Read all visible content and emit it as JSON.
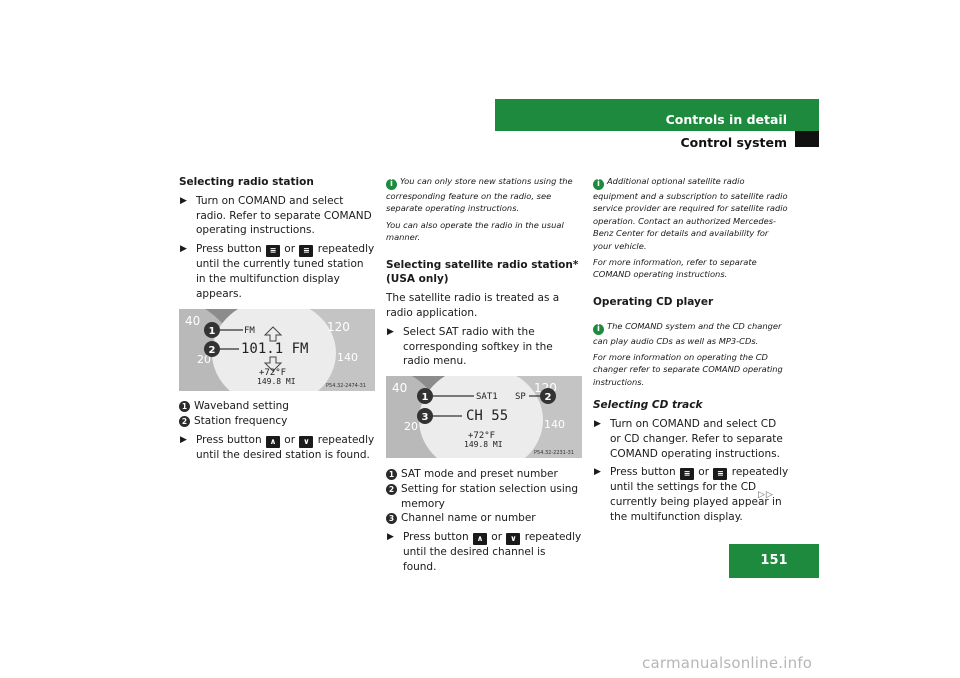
{
  "header": {
    "title": "Controls in detail",
    "subtitle": "Control system"
  },
  "page_number": "151",
  "continued_mark": "▷▷",
  "watermark": "carmanualsonline.info",
  "col1": {
    "heading": "Selecting radio station",
    "step1": "Turn on COMAND and select radio. Refer to separate COMAND operating instructions.",
    "step2_pre": "Press button",
    "step2_or": "or",
    "step2_post": "repeatedly until the currently tuned station in the multifunction display appears.",
    "display": {
      "band": "FM",
      "freq": "101.1 FM",
      "temp": "+72°F",
      "odo": "149.8 MI",
      "code": "P54.32-2474-31",
      "dial": [
        "40",
        "20",
        "120",
        "140"
      ]
    },
    "legend": [
      "Waveband setting",
      "Station frequency"
    ],
    "step3_pre": "Press button",
    "step3_or": "or",
    "step3_post": "repeatedly until the desired station is found."
  },
  "col2": {
    "info_p1": "You can only store new stations using the corresponding feature on the radio, see separate operating instructions.",
    "info_p2": "You can also operate the radio in the usual manner.",
    "heading": "Selecting satellite radio station*",
    "heading2": "(USA only)",
    "intro": "The satellite radio is treated as a radio application.",
    "step1": "Select SAT radio with the corresponding softkey in the radio menu.",
    "display": {
      "mode": "SAT1",
      "sp": "SP",
      "channel": "CH 55",
      "temp": "+72°F",
      "odo": "149.8 MI",
      "code": "P54.32-2231-31",
      "dial": [
        "40",
        "20",
        "120",
        "140"
      ]
    },
    "legend": [
      "SAT mode and preset number",
      "Setting for station selection using memory",
      "Channel name or number"
    ],
    "step2_pre": "Press button",
    "step2_or": "or",
    "step2_post": "repeatedly until the desired channel is found."
  },
  "col3": {
    "info1_p1": "Additional optional satellite radio equipment and a subscription to satellite radio service provider are required for satellite radio operation. Contact an authorized Mercedes-Benz Center for details and availability for your vehicle.",
    "info1_p2": "For more information, refer to separate COMAND operating instructions.",
    "heading": "Operating CD player",
    "info2_p1": "The COMAND system and the CD changer can play audio CDs as well as MP3-CDs.",
    "info2_p2": "For more information on operating the CD changer refer to separate COMAND operating instructions.",
    "subheading": "Selecting CD track",
    "step1": "Turn on COMAND and select CD or CD changer. Refer to separate COMAND operating instructions.",
    "step2_pre": "Press button",
    "step2_or": "or",
    "step2_post": "repeatedly until the settings for the CD currently being played appear in the multifunction display."
  },
  "buttons": {
    "prev_page": "≡",
    "next_page": "≡",
    "up": "∧",
    "down": "∨"
  },
  "icons": {
    "info": "i",
    "step_arrow": "▶"
  },
  "colors": {
    "accent": "#1d8a3e",
    "text": "#1a1a1a"
  }
}
